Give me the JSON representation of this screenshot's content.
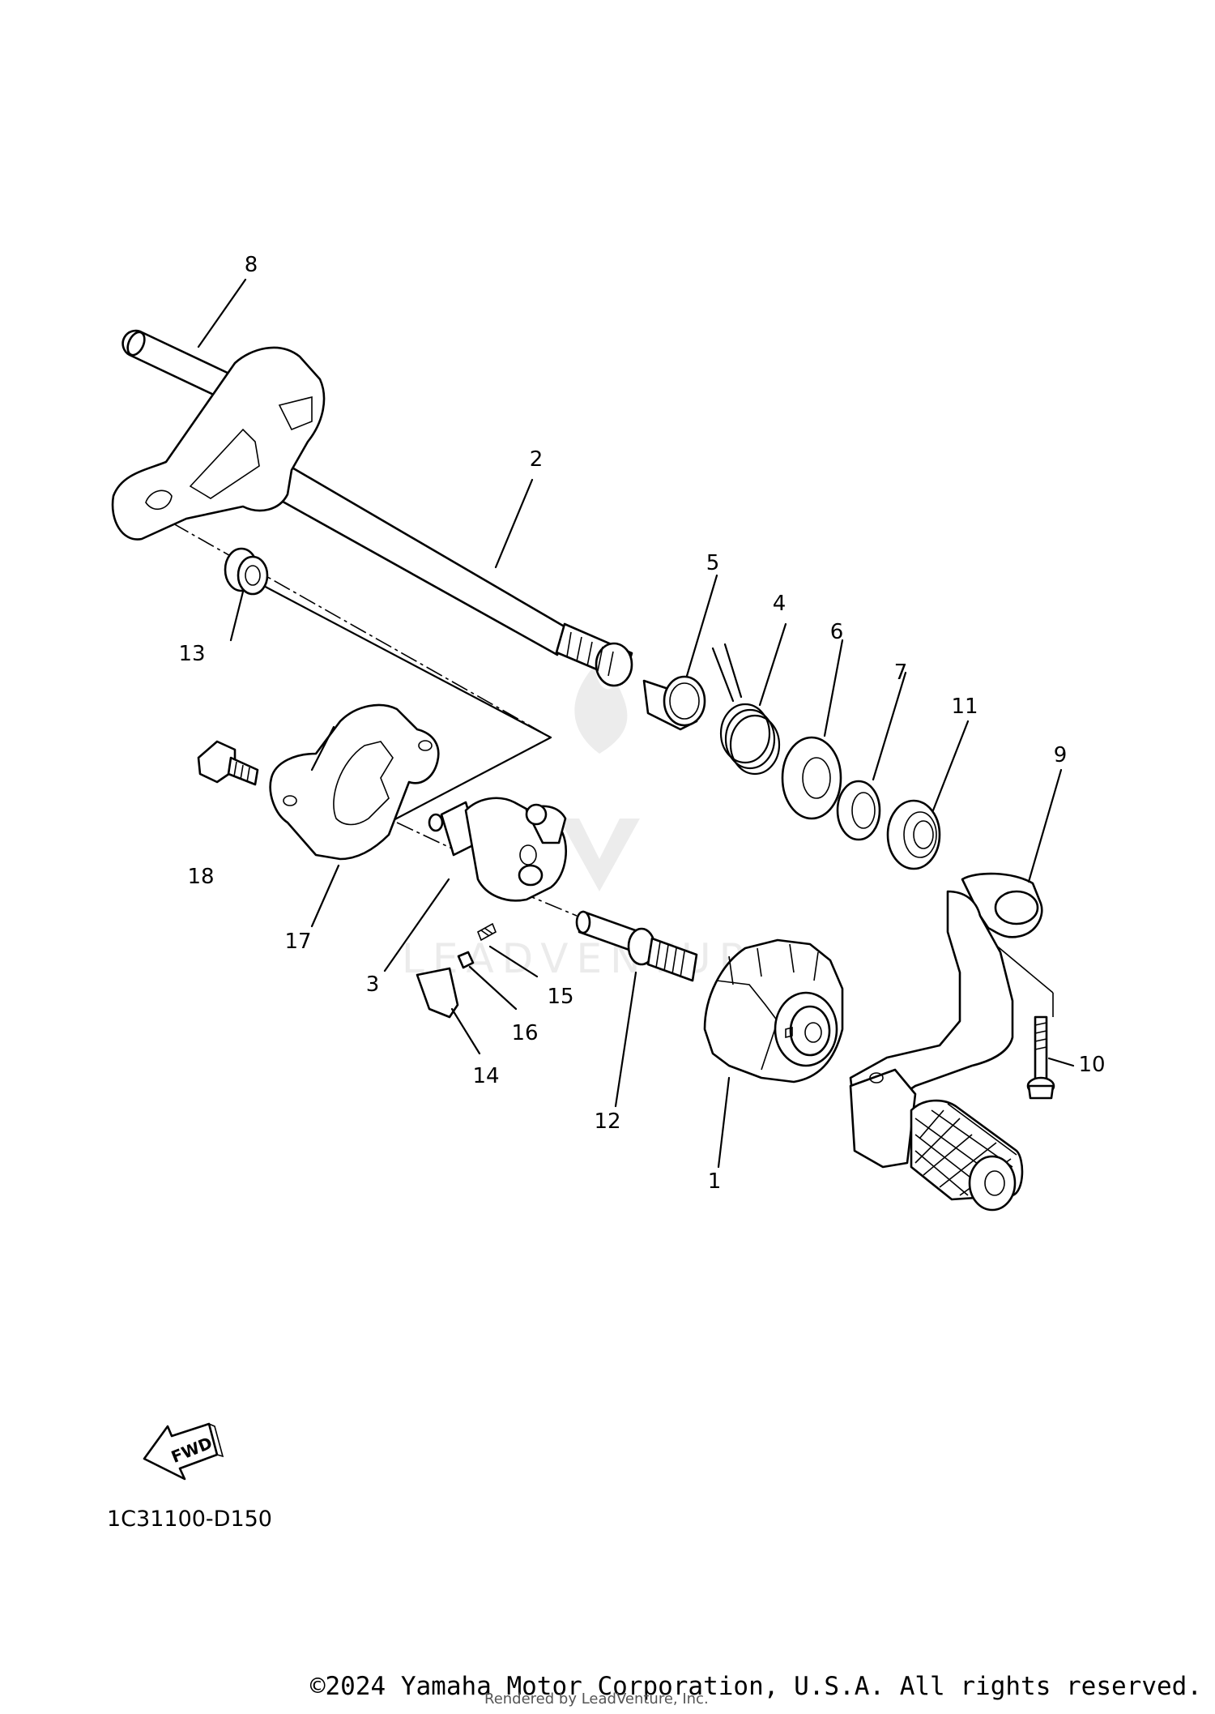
{
  "diagram": {
    "code": "1C31100-D150",
    "fwd_label": "FWD",
    "watermark": "LEADVENTURE",
    "parts": [
      "1",
      "2",
      "3",
      "4",
      "5",
      "6",
      "7",
      "8",
      "9",
      "10",
      "11",
      "12",
      "13",
      "14",
      "15",
      "16",
      "17",
      "18"
    ]
  },
  "footer": {
    "copyright": "©2024 Yamaha Motor Corporation, U.S.A. All rights reserved.",
    "rendered_by": "Rendered by LeadVenture, Inc."
  }
}
